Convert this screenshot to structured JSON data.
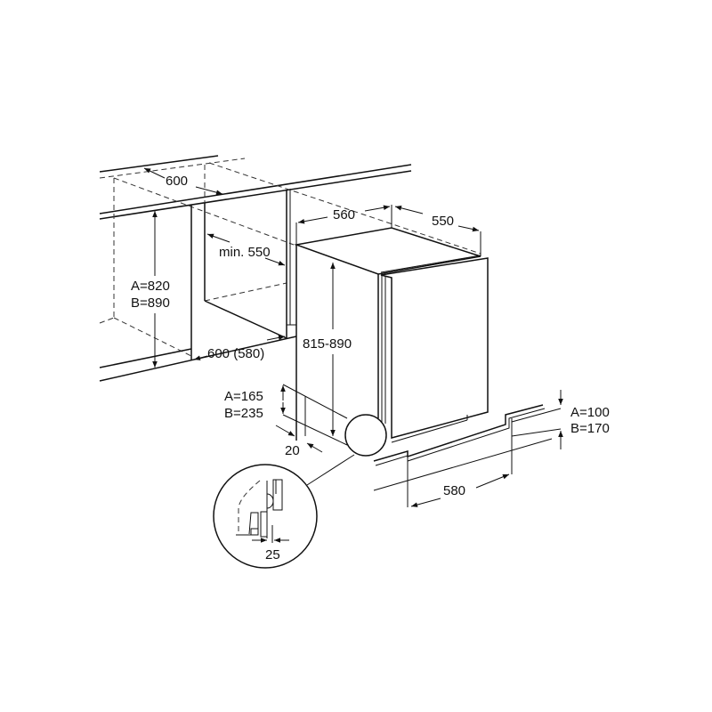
{
  "diagram": {
    "title": "Built-under appliance installation dimensions",
    "labels": {
      "niche_width_top": "600",
      "niche_depth_min": "min. 550",
      "niche_height_a": "A=820",
      "niche_height_b": "B=890",
      "niche_width_bottom": "600 (580)",
      "appliance_width": "560",
      "appliance_depth": "550",
      "appliance_height": "815-890",
      "plinth_height_a": "A=165",
      "plinth_height_b": "B=235",
      "plinth_offset": "20",
      "plinth_gap_a": "A=100",
      "plinth_gap_b": "B=170",
      "plinth_depth": "580",
      "detail_gap": "25"
    },
    "colors": {
      "line": "#111111",
      "background": "#ffffff"
    }
  }
}
